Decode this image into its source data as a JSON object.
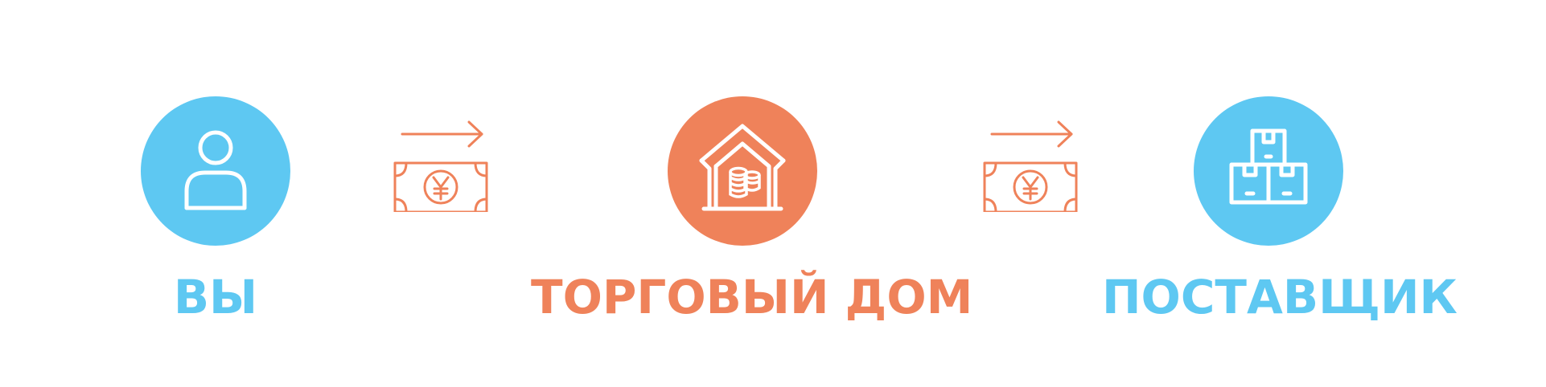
{
  "colors": {
    "blue": "#5ec8f2",
    "orange": "#ef825a",
    "icon_stroke": "#ffffff",
    "background": "#ffffff"
  },
  "nodes": [
    {
      "label": "ВЫ",
      "color": "#5ec8f2",
      "icon": "person-icon"
    },
    {
      "label": "ТОРГОВЫЙ ДОМ",
      "color": "#ef825a",
      "icon": "warehouse-coins-icon"
    },
    {
      "label": "ПОСТАВЩИК",
      "color": "#5ec8f2",
      "icon": "boxes-icon"
    }
  ],
  "transfers": [
    {
      "icon": "yen-banknote-icon",
      "arrow": "arrow-right-icon",
      "color": "#ef825a"
    },
    {
      "icon": "yen-banknote-icon",
      "arrow": "arrow-right-icon",
      "color": "#ef825a"
    }
  ]
}
